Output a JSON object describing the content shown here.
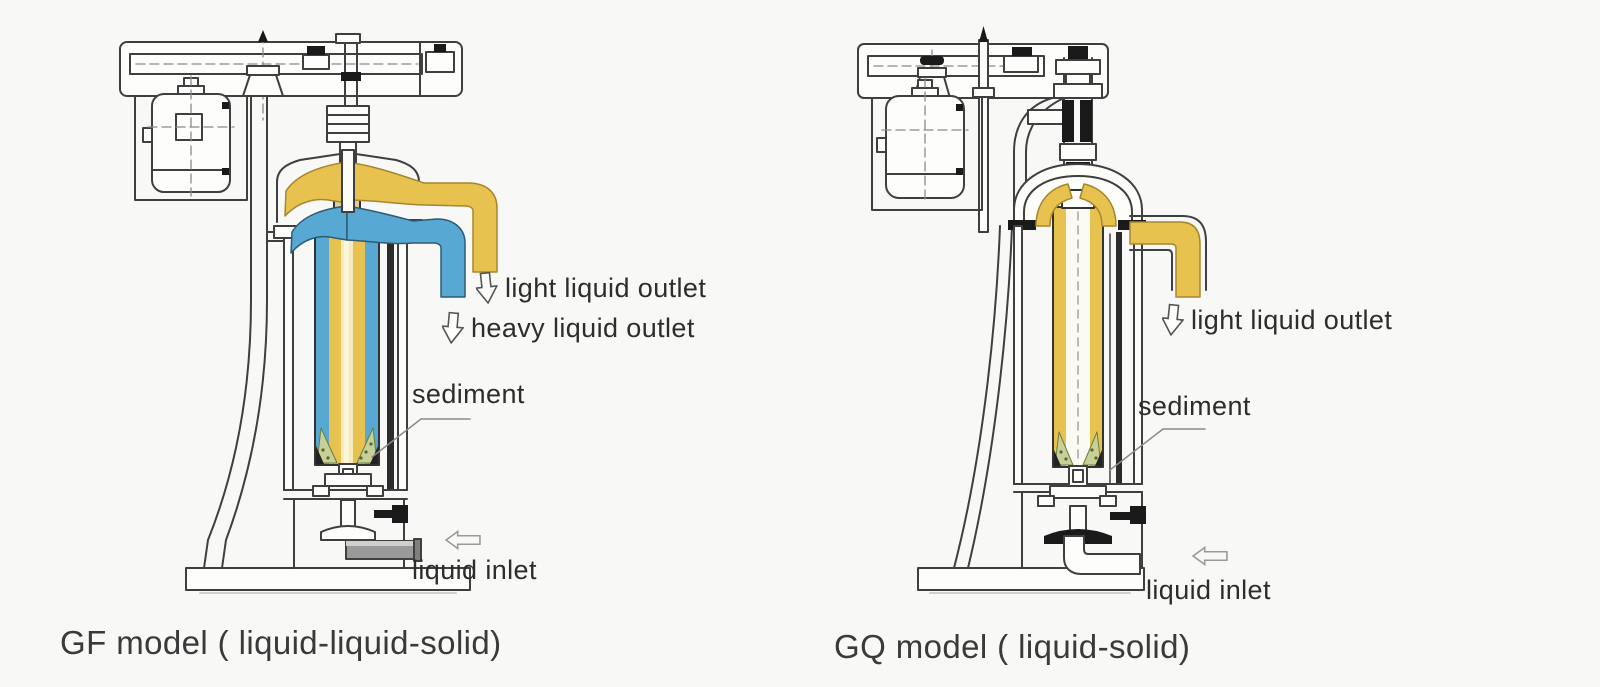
{
  "page": {
    "background": "#f8f8f6"
  },
  "colors": {
    "light_liquid": "#e7c24f",
    "heavy_liquid": "#57a9d3",
    "sediment": "#c8d096",
    "outline": "#3f3f3f",
    "text": "#2d2d2d"
  },
  "icons": {
    "outlet_arrow": "hollow-down-arrow",
    "inlet_arrow": "hollow-left-arrow"
  },
  "diagrams": [
    {
      "model": "GF",
      "caption": "GF model ( liquid-liquid-solid)",
      "labels": {
        "light_outlet": "light liquid outlet",
        "heavy_outlet": "heavy liquid outlet",
        "sediment": "sediment",
        "inlet": "liquid inlet"
      }
    },
    {
      "model": "GQ",
      "caption": "GQ model ( liquid-solid)",
      "labels": {
        "light_outlet": "light liquid outlet",
        "sediment": "sediment",
        "inlet": "liquid inlet"
      }
    }
  ]
}
